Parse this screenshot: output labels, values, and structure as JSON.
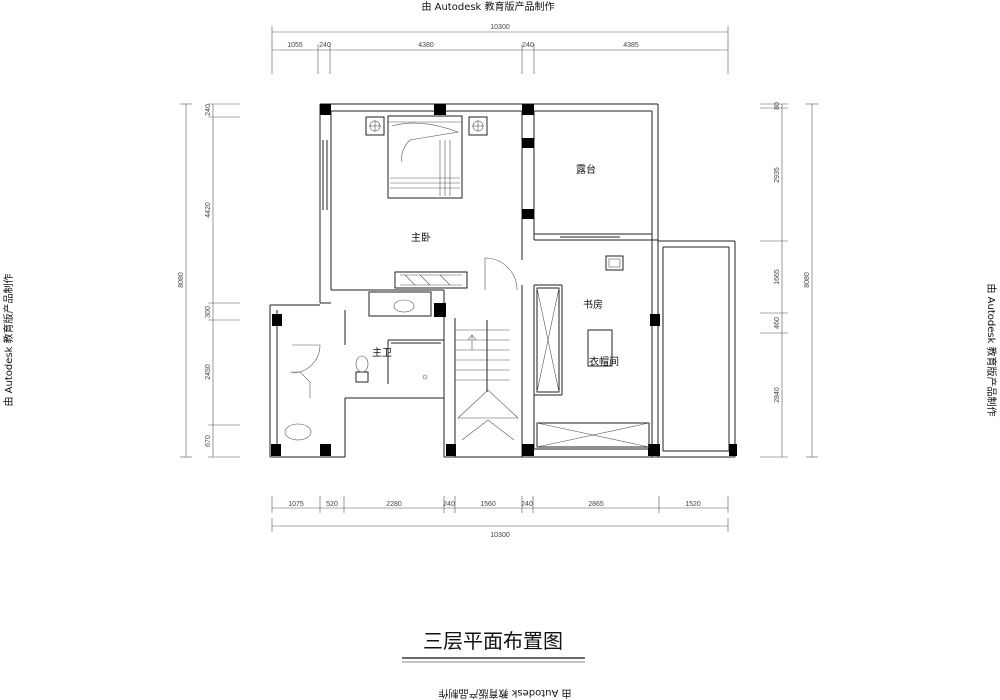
{
  "watermark": "由 Autodesk 教育版产品制作",
  "title": "三层平面布置图",
  "dimensions": {
    "top_total": "10300",
    "top": [
      "1055",
      "240",
      "4380",
      "240",
      "4385"
    ],
    "bottom": [
      "1075",
      "520",
      "2280",
      "240",
      "1560",
      "240",
      "2865",
      "1520"
    ],
    "bottom_total": "10300",
    "left": [
      "240",
      "4420",
      "300",
      "2450",
      "670"
    ],
    "left_total": "8080",
    "right": [
      "80",
      "2935",
      "1665",
      "460",
      "2840"
    ],
    "right_total": "8080"
  },
  "rooms": {
    "master_bedroom": "主卧",
    "terrace": "露台",
    "study": "书房",
    "master_bath": "主卫",
    "wardrobe": "衣帽间"
  }
}
